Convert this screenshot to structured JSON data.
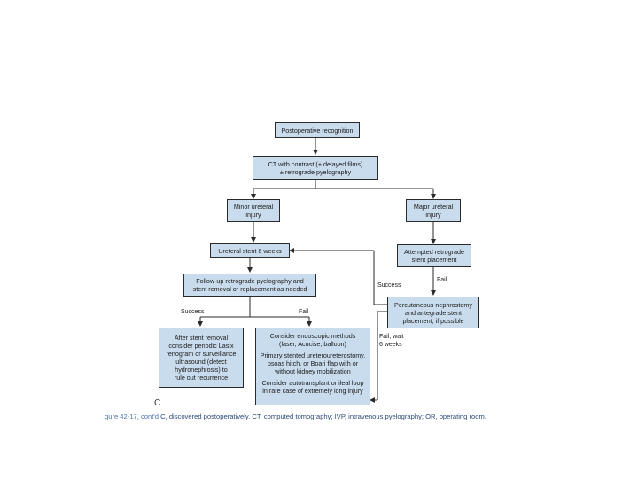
{
  "nodes": {
    "postop": "Postoperative recognition",
    "ct": "CT with contrast (+ delayed films)\n± retrograde pyelography",
    "minor": "Minor ureteral\ninjury",
    "major": "Major ureteral\ninjury",
    "stent6": "Ureteral stent 6 weeks",
    "attempted": "Attempted retrograde\nstent placement",
    "followup": "Follow-up retrograde pyelography and\nstent removal or replacement as needed",
    "percutaneous": "Percutaneous nephrostomy\nand antegrade stent\nplacement, if possible",
    "after_stent": "After stent removal\nconsider periodic Lasix\nrenogram or surveillance\nultrasound (detect\nhydronephrosis) to\nrule out recurrence",
    "consider": [
      "Consider endoscopic methods\n(laser, Acucise, balloon)",
      "Primary stented ureteroureterostomy,\npsoas hitch, or Boari flap with or\nwithout kidney mobilization",
      "Consider autotransplant or ileal loop\nin rare case of extremely long injury"
    ]
  },
  "labels": {
    "success_left": "Success",
    "fail_left": "Fail",
    "success_right": "Success",
    "fail_right": "Fail",
    "fail_wait": "Fail, wait\n6 weeks"
  },
  "panel_letter": "C",
  "caption": {
    "figure": "gure 42-17, cont'd",
    "text": "C, discovered postoperatively. CT, computed tomography; IVP, intravenous pyelography; OR, operating room."
  },
  "colors": {
    "box_fill": "#c9dced",
    "line": "#2a2a2a"
  }
}
